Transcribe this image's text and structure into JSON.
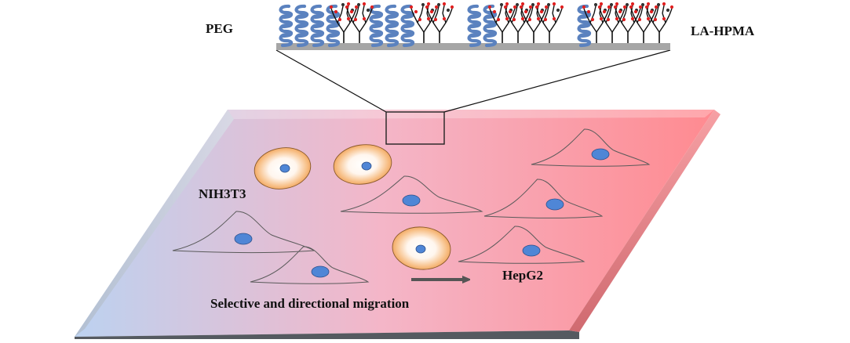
{
  "labels": {
    "peg": "PEG",
    "la_hpma": "LA-HPMA",
    "nih3t3": "NIH3T3",
    "hepg2": "HepG2",
    "caption": "Selective and directional migration"
  },
  "colors": {
    "gradient_left": "#bcd2f0",
    "gradient_mid": "#f4b6c8",
    "gradient_right": "#ff8a90",
    "nucleus": "#4f86d6",
    "peg_chain": "#5b82bf",
    "hpma_tip": "#e02020",
    "round_cell_outer": "#f3a15b",
    "plate_edge": "#555a60",
    "arrow": "#555555"
  }
}
